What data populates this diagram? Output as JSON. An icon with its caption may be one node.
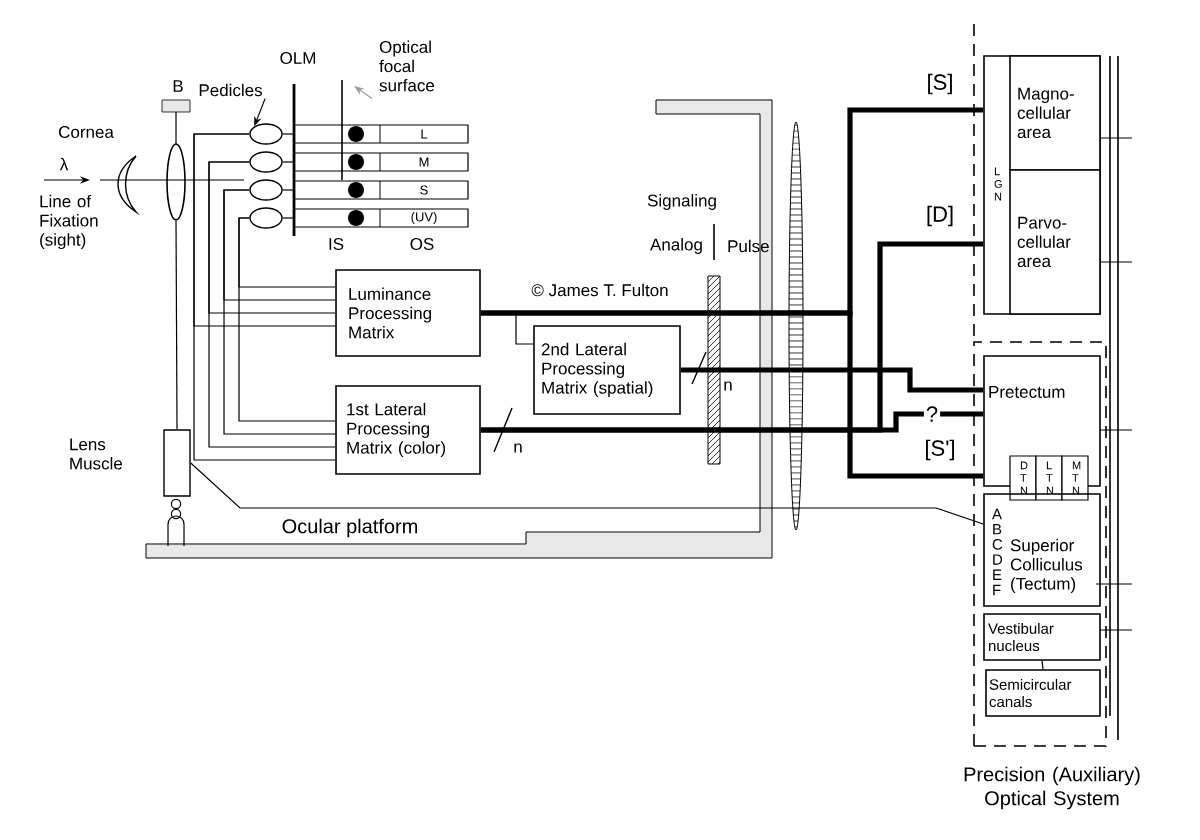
{
  "diagram": {
    "nodes": [
      {
        "text": [
          "Pedicles"
        ]
      },
      {
        "text": [
          "Optical focal surface"
        ]
      },
      {
        "text": [],
        "shape": "ellipse"
      },
      {
        "text": [],
        "shape": "ellipse"
      },
      {
        "text": [],
        "shape": "ellipse"
      },
      {
        "text": [],
        "shape": "ellipse"
      },
      {
        "text": [
          "L"
        ]
      },
      {
        "text": [
          "M"
        ]
      },
      {
        "text": [
          "S"
        ]
      },
      {
        "text": [
          "(UV)"
        ]
      },
      {
        "text": [],
        "shape": "ellipse"
      },
      {
        "text": [],
        "shape": "box",
        "beside": [
          "Lens Muscle"
        ]
      },
      {
        "text": [
          "Luminance Processing Matrix"
        ]
      },
      {
        "text": [
          "2nd Lateral Processing Matrix (spatial)"
        ]
      },
      {
        "text": [
          "1st Lateral Processing Matrix (color)"
        ]
      },
      {
        "text": [
          "L G N"
        ]
      },
      {
        "text": [
          "Magno-cellular area"
        ],
        "in": 15
      },
      {
        "text": [
          "Parvo-cellular area"
        ],
        "in": 15
      },
      {
        "text": [
          "Precision (Auxiliary) Optical System"
        ]
      },
      {
        "text": [
          "Pretectum"
        ],
        "in": 18
      },
      {
        "text": [
          "D T N"
        ],
        "in": 18
      },
      {
        "text": [
          "L T N"
        ],
        "in": 18
      },
      {
        "text": [
          "M T N"
        ],
        "in": 18
      },
      {
        "text": [
          "A B C D E F",
          "Superior Colliculus (Tectum)"
        ],
        "in": 18
      },
      {
        "text": [
          "Vestibular nucleus"
        ],
        "in": 18
      },
      {
        "text": [
          "Semicircular canals"
        ],
        "in": 18
      }
    ],
    "edges": [
      {
        "from": 0,
        "to": 2,
        "arrow": "to"
      },
      {
        "from": 1,
        "to": null,
        "arrow": "to",
        "color": "#999999"
      },
      {
        "from": 2,
        "to": 6,
        "arrow": "none"
      },
      {
        "from": 3,
        "to": 7,
        "arrow": "none"
      },
      {
        "from": 4,
        "to": 8,
        "arrow": "none"
      },
      {
        "from": 5,
        "to": 9,
        "arrow": "none"
      },
      {
        "from": 2,
        "to": 12,
        "arrow": "none"
      },
      {
        "from": 3,
        "to": 12,
        "arrow": "none"
      },
      {
        "from": 4,
        "to": 12,
        "arrow": "none"
      },
      {
        "from": 5,
        "to": 12,
        "arrow": "none"
      },
      {
        "from": 2,
        "to": 14,
        "arrow": "none"
      },
      {
        "from": 3,
        "to": 14,
        "arrow": "none"
      },
      {
        "from": 4,
        "to": 14,
        "arrow": "none"
      },
      {
        "from": 5,
        "to": 14,
        "arrow": "none"
      },
      {
        "from": 10,
        "to": 11,
        "arrow": "none"
      },
      {
        "from": 11,
        "to": 23,
        "arrow": "none"
      },
      {
        "from": 12,
        "to": 13,
        "arrow": "none"
      },
      {
        "from": 12,
        "to": 15,
        "arrow": "none",
        "label": "[S]",
        "style": "thick"
      },
      {
        "from": 12,
        "to": 19,
        "arrow": "none",
        "label": "[S']",
        "style": "thick"
      },
      {
        "from": 14,
        "to": 15,
        "arrow": "none",
        "label": "[D]",
        "style": "thick"
      },
      {
        "from": 14,
        "to": 19,
        "arrow": "none",
        "label": "?",
        "style": "thick"
      },
      {
        "from": 13,
        "to": 19,
        "arrow": "none",
        "style": "thick"
      },
      {
        "from": 24,
        "to": 25,
        "arrow": "none"
      }
    ],
    "labels": [
      "λ",
      "Line of Fixation (sight)",
      "Cornea",
      "B",
      "OLM",
      "IS",
      "OS",
      "© James T. Fulton",
      "Signaling",
      "Analog",
      "Pulse",
      "n",
      "n",
      "Ocular platform"
    ]
  }
}
